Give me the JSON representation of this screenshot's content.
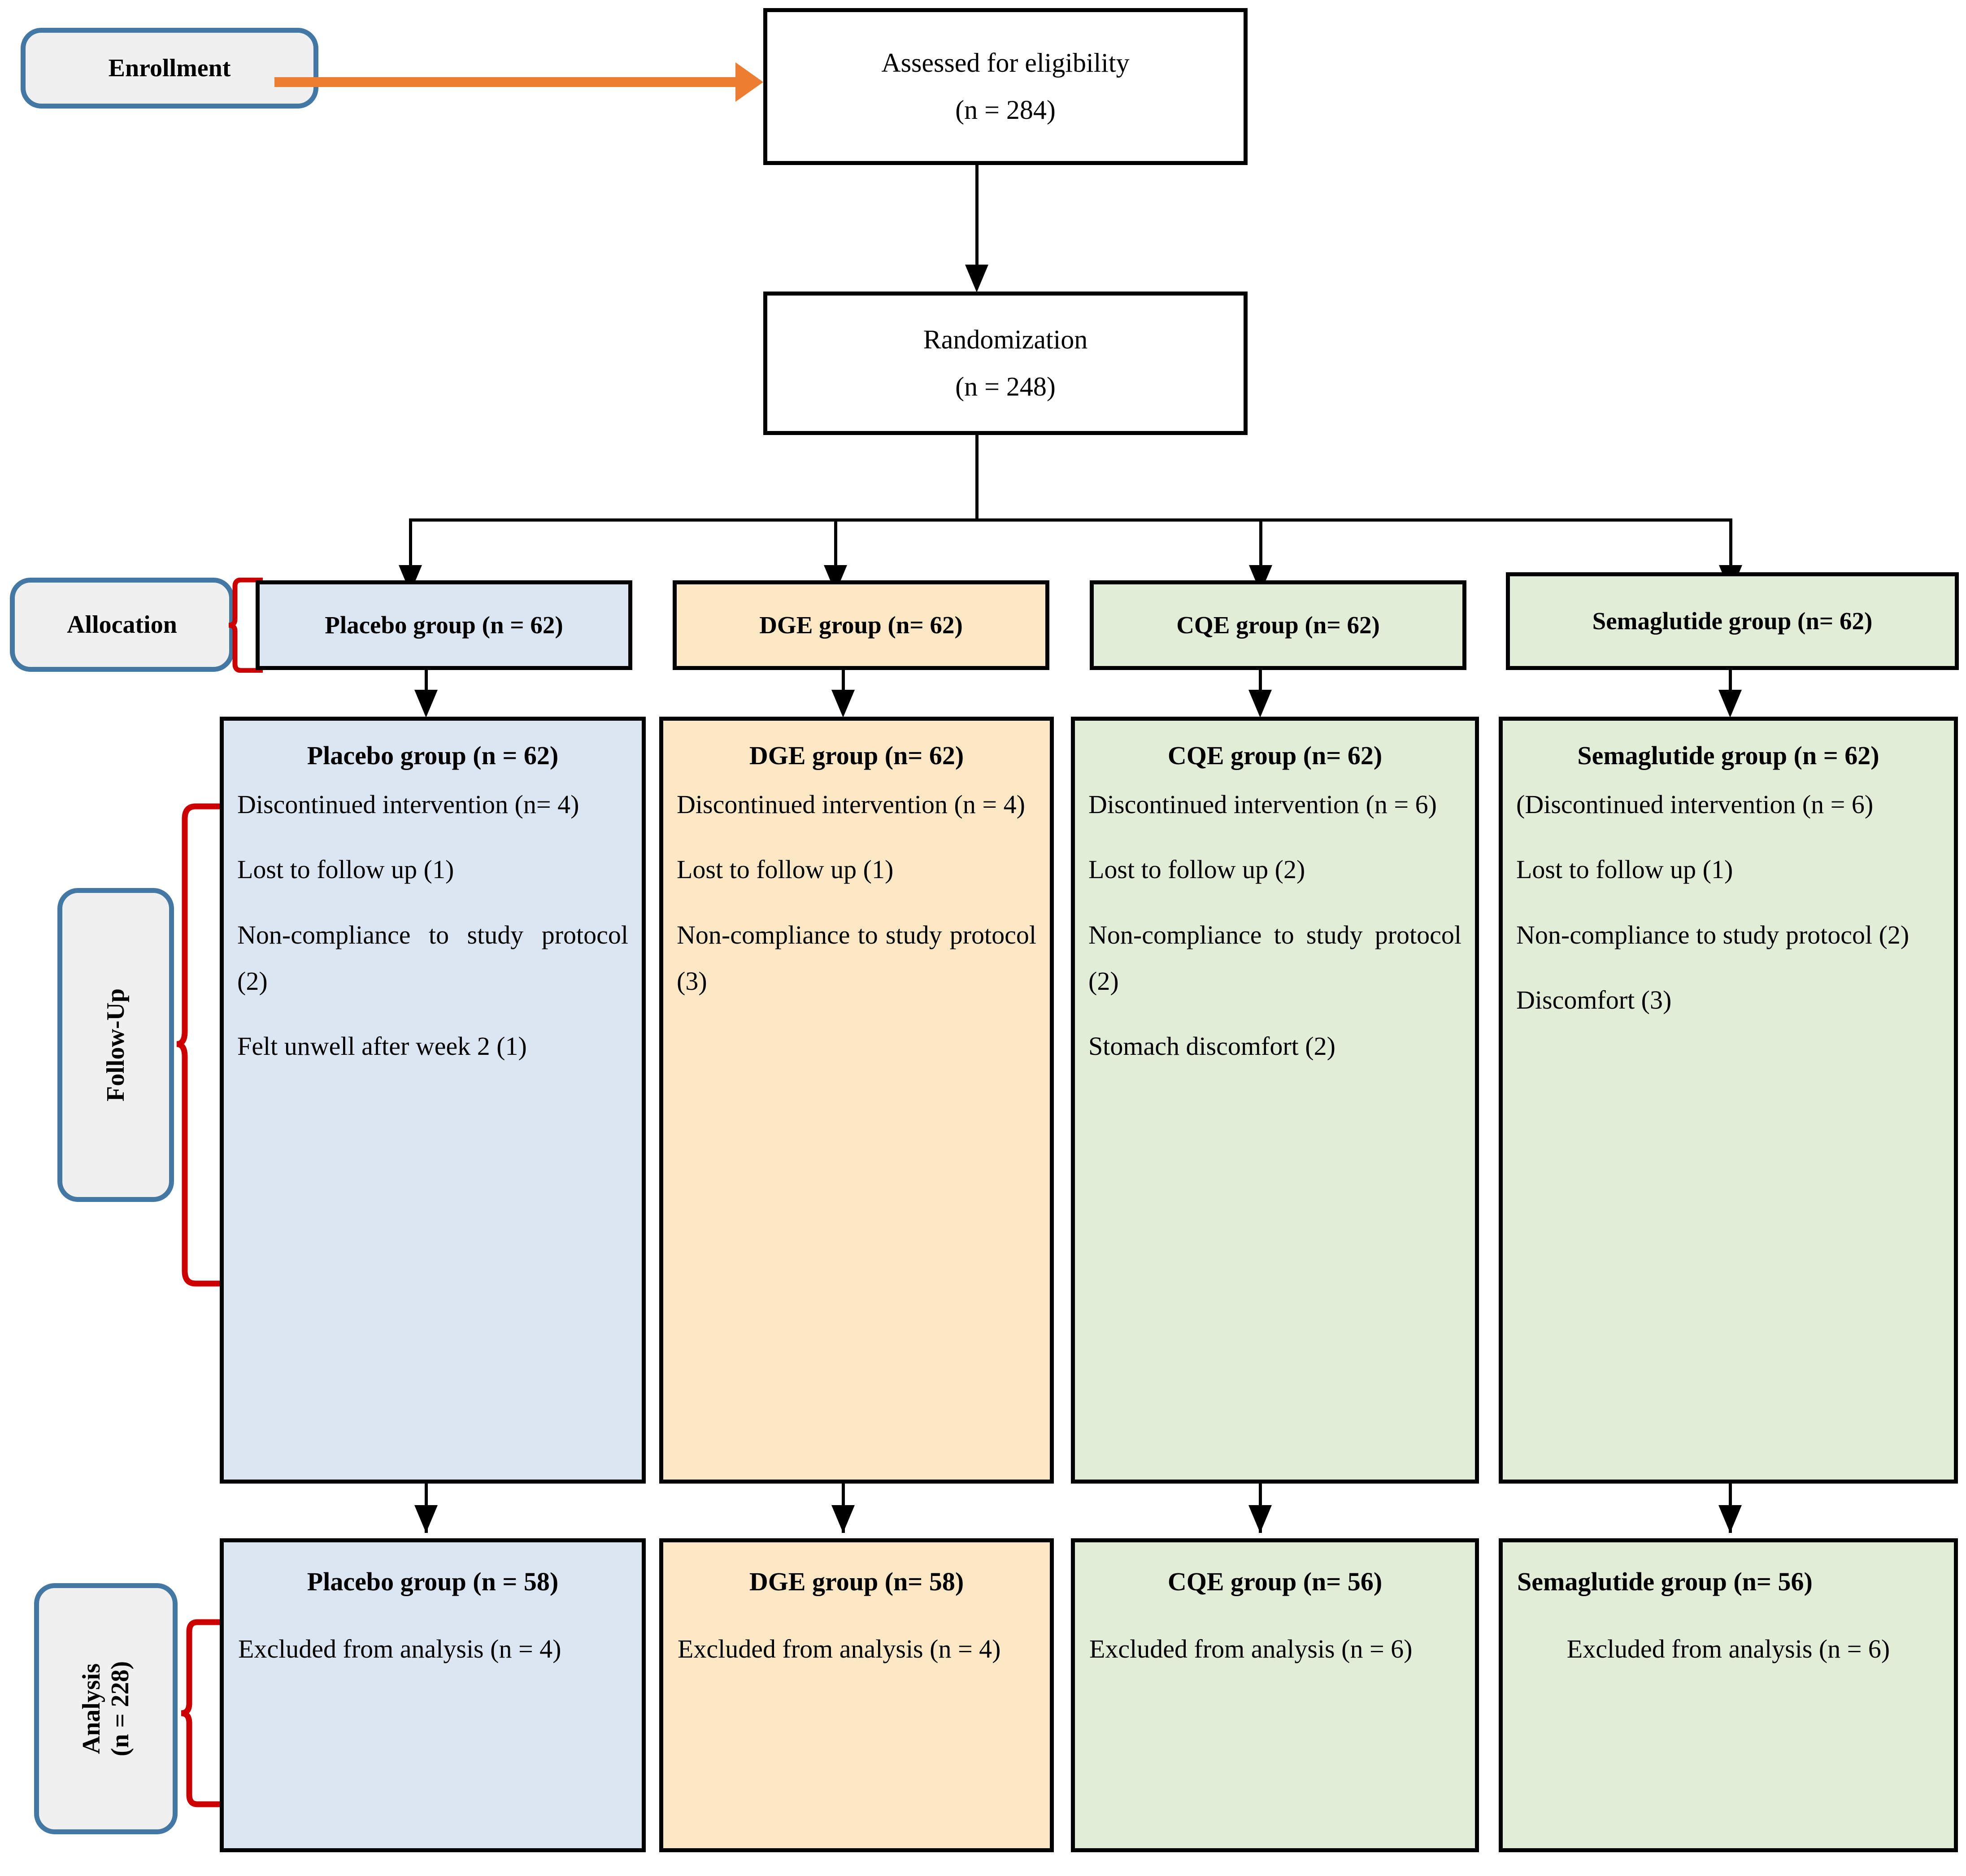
{
  "colors": {
    "blue_fill": "#DCE6F2",
    "yellow_fill": "#FCE8C4",
    "green_fill": "#E2EDD8",
    "stage_border": "#4378A4",
    "stage_fill": "#F0F0F0",
    "bracket_red": "#CC0000",
    "arrow_orange": "#ED7D31",
    "connector_black": "#000000"
  },
  "stages": {
    "enrollment": "Enrollment",
    "allocation": "Allocation",
    "followup": "Follow-Up",
    "analysis_line1": "Analysis",
    "analysis_line2": "(n = 228)"
  },
  "enrollment": {
    "assessed_line1": "Assessed for eligibility",
    "assessed_line2": "(n = 284)",
    "randomization_line1": "Randomization",
    "randomization_line2": "(n = 248)"
  },
  "allocation_boxes": [
    {
      "label": "Placebo group (n = 62)",
      "fill": "blue"
    },
    {
      "label": "DGE group (n= 62)",
      "fill": "yellow"
    },
    {
      "label": "CQE group (n= 62)",
      "fill": "green"
    },
    {
      "label": "Semaglutide group (n= 62)",
      "fill": "green"
    }
  ],
  "followup_boxes": [
    {
      "header": "Placebo group (n = 62)",
      "fill": "blue",
      "lines": [
        "Discontinued intervention (n= 4)",
        "Lost to follow up (1)",
        "Non-compliance to study protocol (2)",
        "Felt unwell after week 2 (1)"
      ]
    },
    {
      "header": "DGE group (n= 62)",
      "fill": "yellow",
      "lines": [
        "Discontinued intervention (n = 4)",
        "Lost to follow up (1)",
        "Non-compliance to study protocol (3)"
      ]
    },
    {
      "header": "CQE group (n= 62)",
      "fill": "green",
      "lines": [
        "Discontinued intervention (n = 6)",
        "Lost to follow up (2)",
        "Non-compliance to study protocol (2)",
        "Stomach discomfort (2)"
      ]
    },
    {
      "header": "Semaglutide group (n = 62)",
      "fill": "green",
      "lines": [
        "(Discontinued intervention (n = 6)",
        "Lost to follow up (1)",
        "Non-compliance to study protocol (2)",
        "Discomfort (3)"
      ]
    }
  ],
  "analysis_boxes": [
    {
      "header": "Placebo group (n = 58)",
      "fill": "blue",
      "excluded": "Excluded from analysis (n = 4)",
      "header_centered": true,
      "excluded_centered": false
    },
    {
      "header": "DGE group (n= 58)",
      "fill": "yellow",
      "excluded": "Excluded from analysis (n = 4)",
      "header_centered": false,
      "excluded_centered": false
    },
    {
      "header": "CQE group (n= 56)",
      "fill": "green",
      "excluded": "Excluded from analysis (n = 6)",
      "header_centered": false,
      "excluded_centered": false
    },
    {
      "header": "Semaglutide group (n= 56)",
      "fill": "green",
      "excluded": "Excluded from analysis (n = 6)",
      "header_centered": false,
      "excluded_centered": true
    }
  ]
}
